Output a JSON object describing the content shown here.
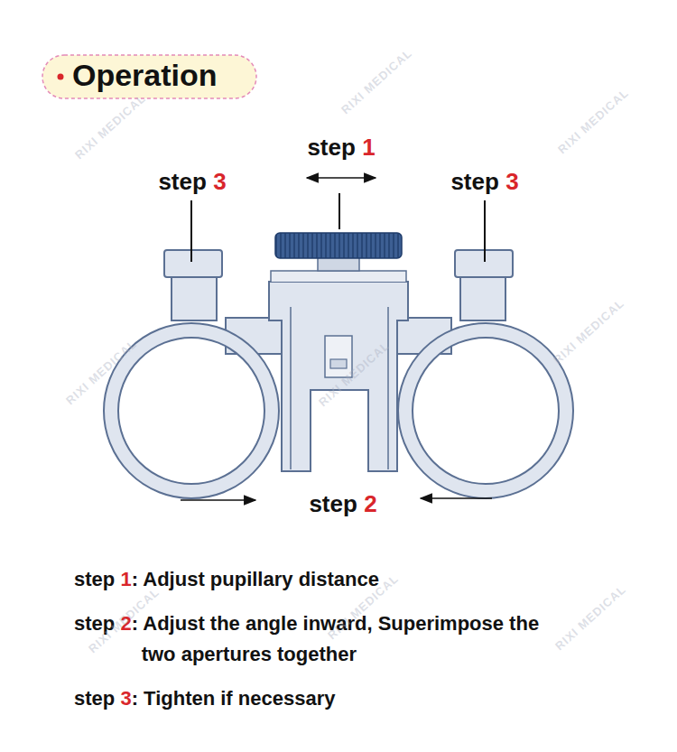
{
  "diagram": {
    "title": "Operation",
    "labels": [
      "step",
      "1",
      "step",
      "3",
      "step",
      "3",
      "step",
      "2",
      "step",
      "1",
      ": Adjust pupillary distance",
      "step",
      "2",
      ": Adjust the angle inward, Superimpose the two apertures together",
      "step",
      "3",
      ": Tighten if necessary",
      "RIXI MEDICAL",
      "RIXI MEDICAL",
      "RIXI MEDICAL",
      "RIXI MEDICAL",
      "RIXI MEDICAL",
      "RIXI MEDICAL",
      "RIXI MEDICAL",
      "RIXI MEDICAL",
      "RIXI MEDICAL"
    ]
  }
}
